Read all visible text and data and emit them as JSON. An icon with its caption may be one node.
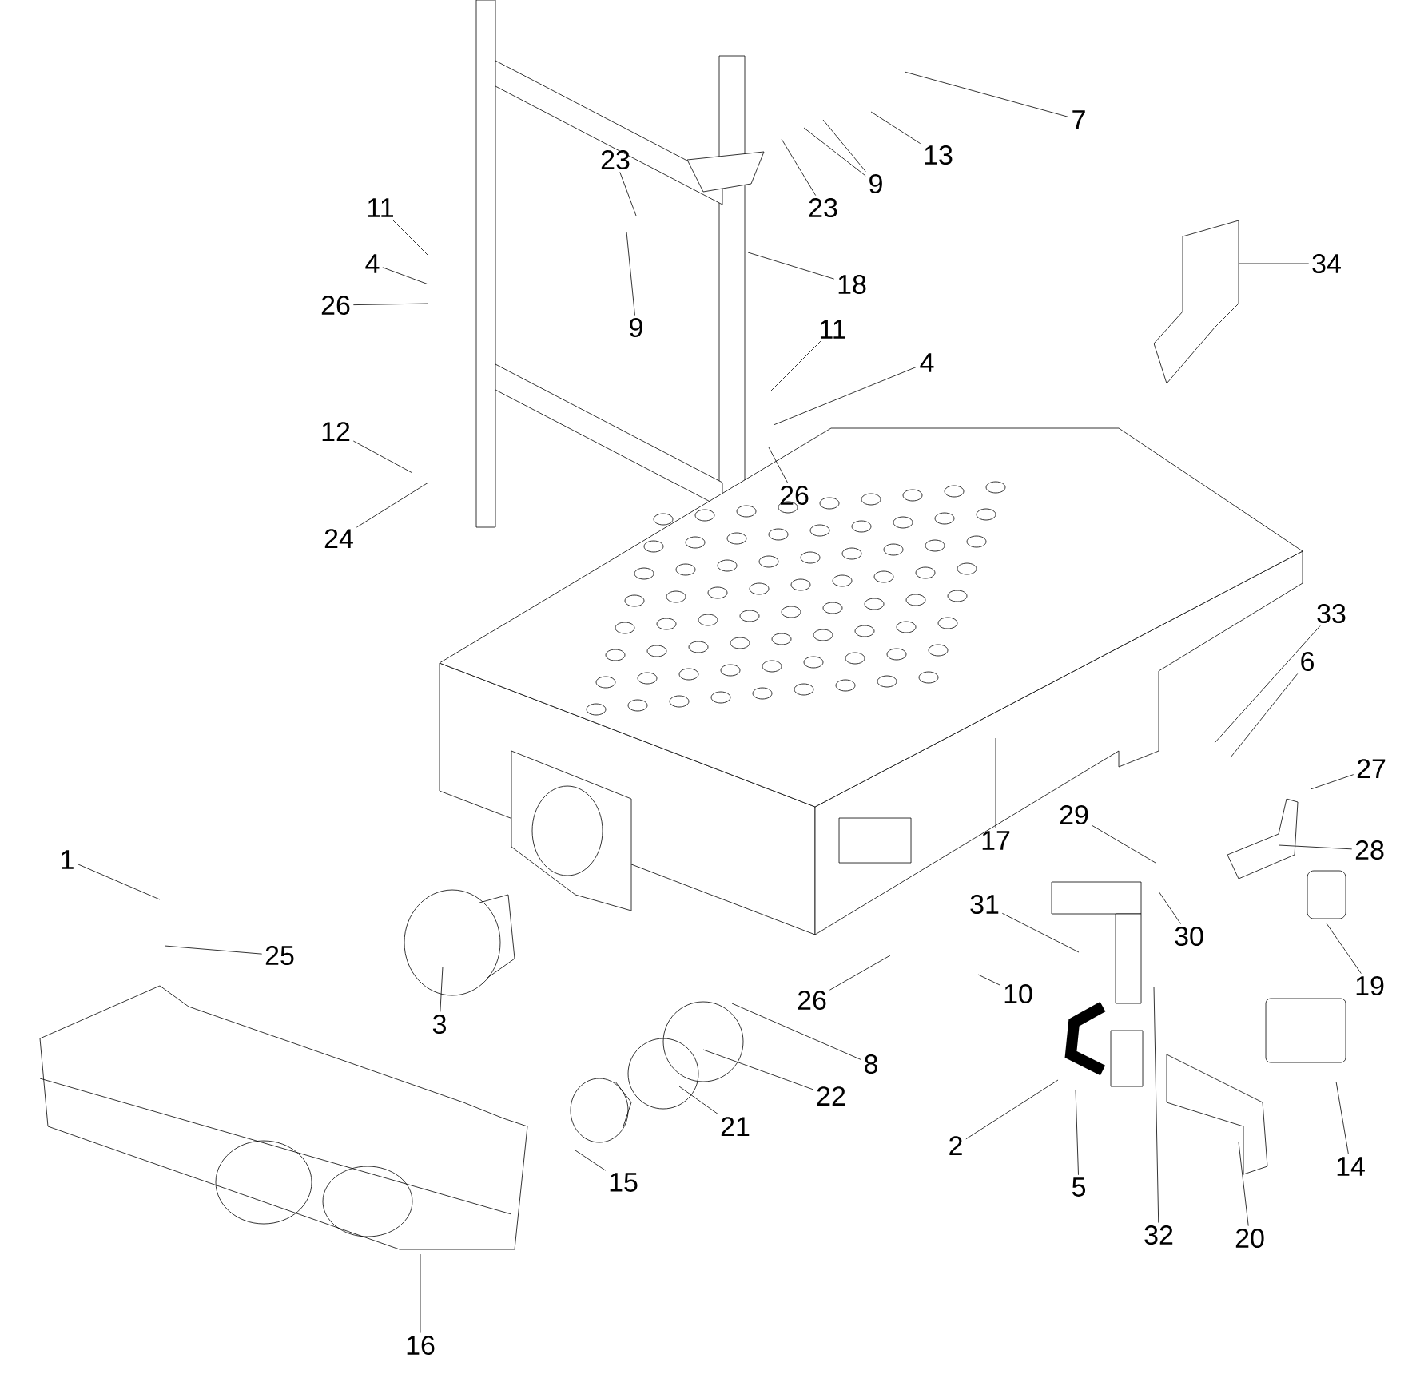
{
  "diagram": {
    "nodes": [
      {
        "text": [
          "7"
        ]
      },
      {
        "text": [
          "13"
        ]
      },
      {
        "text": [
          "9"
        ]
      },
      {
        "text": [
          "23"
        ]
      },
      {
        "text": [
          "23"
        ]
      },
      {
        "text": [
          "11"
        ]
      },
      {
        "text": [
          "4"
        ]
      },
      {
        "text": [
          "18"
        ]
      },
      {
        "text": [
          "34"
        ]
      },
      {
        "text": [
          "26"
        ]
      },
      {
        "text": [
          "9"
        ]
      },
      {
        "text": [
          "11"
        ]
      },
      {
        "text": [
          "4"
        ]
      },
      {
        "text": [
          "12"
        ]
      },
      {
        "text": [
          "26"
        ]
      },
      {
        "text": [
          "24"
        ]
      },
      {
        "text": [
          "33"
        ]
      },
      {
        "text": [
          "6"
        ]
      },
      {
        "text": [
          "27"
        ]
      },
      {
        "text": [
          "17"
        ]
      },
      {
        "text": [
          "29"
        ]
      },
      {
        "text": [
          "28"
        ]
      },
      {
        "text": [
          "1"
        ]
      },
      {
        "text": [
          "31"
        ]
      },
      {
        "text": [
          "30"
        ]
      },
      {
        "text": [
          "25"
        ]
      },
      {
        "text": [
          "19"
        ]
      },
      {
        "text": [
          "26"
        ]
      },
      {
        "text": [
          "10"
        ]
      },
      {
        "text": [
          "3"
        ]
      },
      {
        "text": [
          "8"
        ]
      },
      {
        "text": [
          "22"
        ]
      },
      {
        "text": [
          "21"
        ]
      },
      {
        "text": [
          "14"
        ]
      },
      {
        "text": [
          "15"
        ]
      },
      {
        "text": [
          "2"
        ]
      },
      {
        "text": [
          "5"
        ]
      },
      {
        "text": [
          "32"
        ]
      },
      {
        "text": [
          "20"
        ]
      },
      {
        "text": [
          "16"
        ]
      }
    ],
    "edges": [
      {
        "from": 0,
        "to": null,
        "arrow": "none"
      },
      {
        "from": 1,
        "to": null,
        "arrow": "none"
      },
      {
        "from": 2,
        "to": null,
        "arrow": "none"
      },
      {
        "from": 2,
        "to": null,
        "arrow": "none"
      },
      {
        "from": 3,
        "to": null,
        "arrow": "none"
      },
      {
        "from": 4,
        "to": null,
        "arrow": "none"
      },
      {
        "from": 5,
        "to": null,
        "arrow": "none"
      },
      {
        "from": 6,
        "to": null,
        "arrow": "none"
      },
      {
        "from": 7,
        "to": null,
        "arrow": "none"
      },
      {
        "from": 8,
        "to": null,
        "arrow": "none"
      },
      {
        "from": 9,
        "to": null,
        "arrow": "none"
      },
      {
        "from": 10,
        "to": null,
        "arrow": "none"
      },
      {
        "from": 11,
        "to": null,
        "arrow": "none"
      },
      {
        "from": 12,
        "to": null,
        "arrow": "none"
      },
      {
        "from": 13,
        "to": null,
        "arrow": "none"
      },
      {
        "from": 14,
        "to": null,
        "arrow": "none"
      },
      {
        "from": 15,
        "to": null,
        "arrow": "none"
      },
      {
        "from": 16,
        "to": null,
        "arrow": "none"
      },
      {
        "from": 17,
        "to": null,
        "arrow": "none"
      },
      {
        "from": 18,
        "to": null,
        "arrow": "none"
      },
      {
        "from": 19,
        "to": null,
        "arrow": "none"
      },
      {
        "from": 20,
        "to": null,
        "arrow": "none"
      },
      {
        "from": 21,
        "to": null,
        "arrow": "none"
      },
      {
        "from": 22,
        "to": null,
        "arrow": "none"
      },
      {
        "from": 23,
        "to": null,
        "arrow": "none"
      },
      {
        "from": 24,
        "to": null,
        "arrow": "none"
      },
      {
        "from": 25,
        "to": null,
        "arrow": "none"
      },
      {
        "from": 26,
        "to": null,
        "arrow": "none"
      },
      {
        "from": 27,
        "to": null,
        "arrow": "none"
      },
      {
        "from": 28,
        "to": null,
        "arrow": "none"
      },
      {
        "from": 29,
        "to": null,
        "arrow": "none"
      },
      {
        "from": 30,
        "to": null,
        "arrow": "none"
      },
      {
        "from": 31,
        "to": null,
        "arrow": "none"
      },
      {
        "from": 32,
        "to": null,
        "arrow": "none"
      },
      {
        "from": 33,
        "to": null,
        "arrow": "none"
      },
      {
        "from": 34,
        "to": null,
        "arrow": "none"
      },
      {
        "from": 35,
        "to": null,
        "arrow": "none"
      },
      {
        "from": 36,
        "to": null,
        "arrow": "none"
      },
      {
        "from": 37,
        "to": null,
        "arrow": "none"
      },
      {
        "from": 38,
        "to": null,
        "arrow": "none"
      },
      {
        "from": 39,
        "to": null,
        "arrow": "none"
      }
    ]
  }
}
